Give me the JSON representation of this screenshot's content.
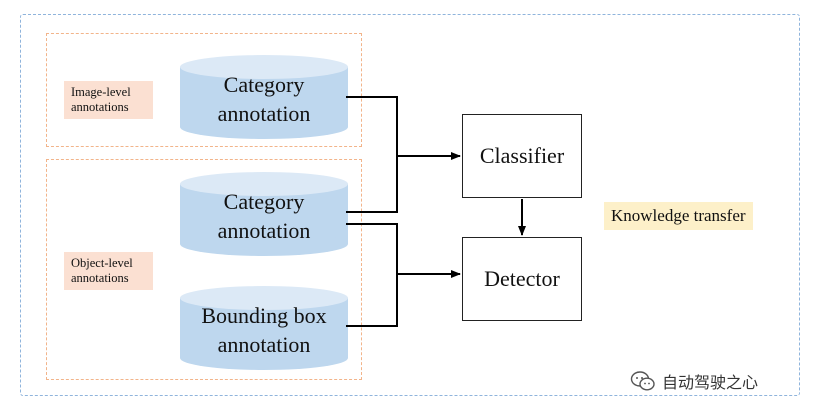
{
  "tags": {
    "image_level": [
      "Image-level",
      "annotations"
    ],
    "object_level": [
      "Object-level",
      "annotations"
    ],
    "knowledge_transfer": "Knowledge transfer"
  },
  "cylinders": {
    "image_category": [
      "Category",
      "annotation"
    ],
    "object_category": [
      "Category",
      "annotation"
    ],
    "bounding_box": [
      "Bounding box",
      "annotation"
    ]
  },
  "boxes": {
    "classifier": "Classifier",
    "detector": "Detector"
  },
  "colors": {
    "outer_border": "#8fb4dc",
    "group_border": "#f2b48a",
    "tag_fill": "#fbe0d2",
    "knowledge_fill": "#fdf0c9",
    "cylinder_body": "#bed7ee",
    "cylinder_top": "#dce9f6"
  },
  "watermark": {
    "icon": "wechat-icon",
    "text": "自动驾驶之心"
  }
}
